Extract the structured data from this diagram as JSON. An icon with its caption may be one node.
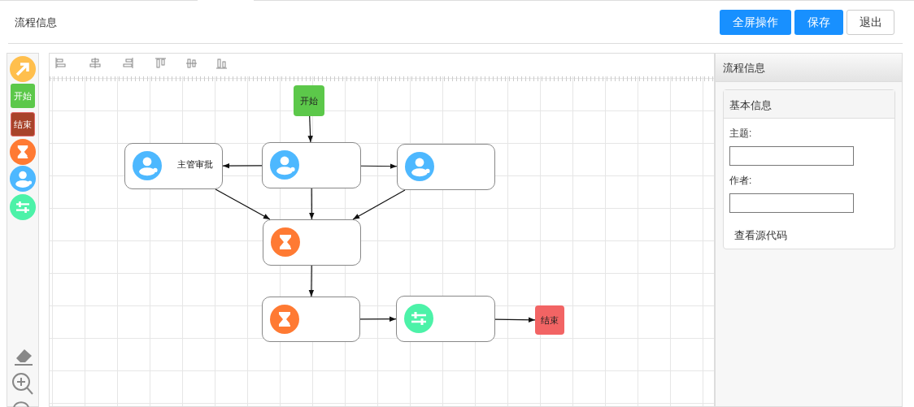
{
  "diagram": {
    "nodes": [
      {
        "text": [
          "开始"
        ]
      },
      {
        "text": [
          "主管审批"
        ]
      },
      {
        "text": [],
        "shape": "box"
      },
      {
        "text": [],
        "shape": "box"
      },
      {
        "text": [],
        "shape": "box"
      },
      {
        "text": [],
        "shape": "box"
      },
      {
        "text": [],
        "shape": "box"
      },
      {
        "text": [
          "结束"
        ]
      }
    ],
    "edges": [
      {
        "from": 0,
        "to": 2,
        "arrow": "to"
      },
      {
        "from": 2,
        "to": 1,
        "arrow": "to"
      },
      {
        "from": 2,
        "to": 3,
        "arrow": "to"
      },
      {
        "from": 1,
        "to": 4,
        "arrow": "to"
      },
      {
        "from": 2,
        "to": 4,
        "arrow": "to"
      },
      {
        "from": 3,
        "to": 4,
        "arrow": "to"
      },
      {
        "from": 4,
        "to": 5,
        "arrow": "to"
      },
      {
        "from": 5,
        "to": 6,
        "arrow": "to"
      },
      {
        "from": 6,
        "to": 7,
        "arrow": "to"
      }
    ],
    "labels": [
      "流程信息",
      "全屏操作",
      "保存",
      "退出",
      "开始",
      "结束",
      "流程信息",
      "基本信息",
      "主题:",
      "作者:",
      "查看源代码"
    ]
  }
}
